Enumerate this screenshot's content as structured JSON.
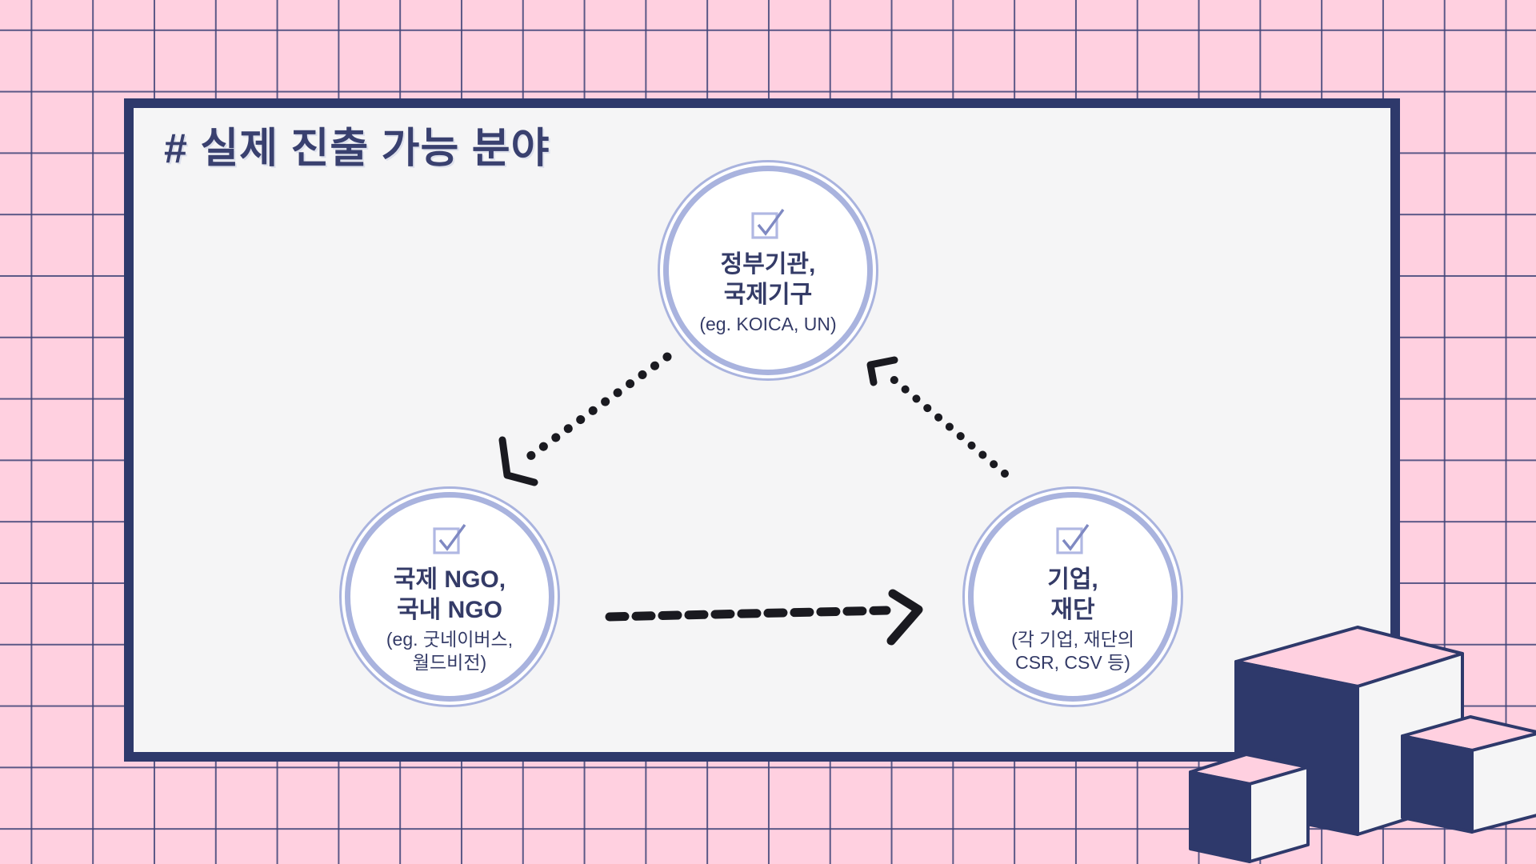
{
  "slide": {
    "title": "# 실제 진출 가능 분야"
  },
  "diagram": {
    "nodes": [
      {
        "id": "government",
        "main1": "정부기관,",
        "main2": "국제기구",
        "sub1": "(eg. KOICA, UN)",
        "sub2": ""
      },
      {
        "id": "ngo",
        "main1": "국제 NGO,",
        "main2": "국내 NGO",
        "sub1": "(eg. 굿네이버스,",
        "sub2": "월드비전)"
      },
      {
        "id": "company",
        "main1": "기업,",
        "main2": "재단",
        "sub1": "(각 기업, 재단의",
        "sub2": "CSR, CSV 등)"
      }
    ],
    "connections": [
      {
        "from": "government",
        "to": "ngo",
        "style": "dotted-arrow"
      },
      {
        "from": "ngo",
        "to": "company",
        "style": "dashed-arrow"
      },
      {
        "from": "company",
        "to": "government",
        "style": "dotted-arrow"
      }
    ]
  },
  "colors": {
    "background_pink": "#FFD0E0",
    "grid_line": "#3E4377",
    "panel_fill": "#F5F5F6",
    "panel_border": "#2E396B",
    "title_text": "#39406F",
    "circle_ring": "#A9B3DE",
    "node_text": "#343B67",
    "checkbox_box": "#B0B8E3",
    "checkbox_check": "#7F89C2",
    "arrow": "#1A1A20",
    "cube_top": "#FFD0E0",
    "cube_left": "#2E396B",
    "cube_right": "#F5F5F6"
  }
}
